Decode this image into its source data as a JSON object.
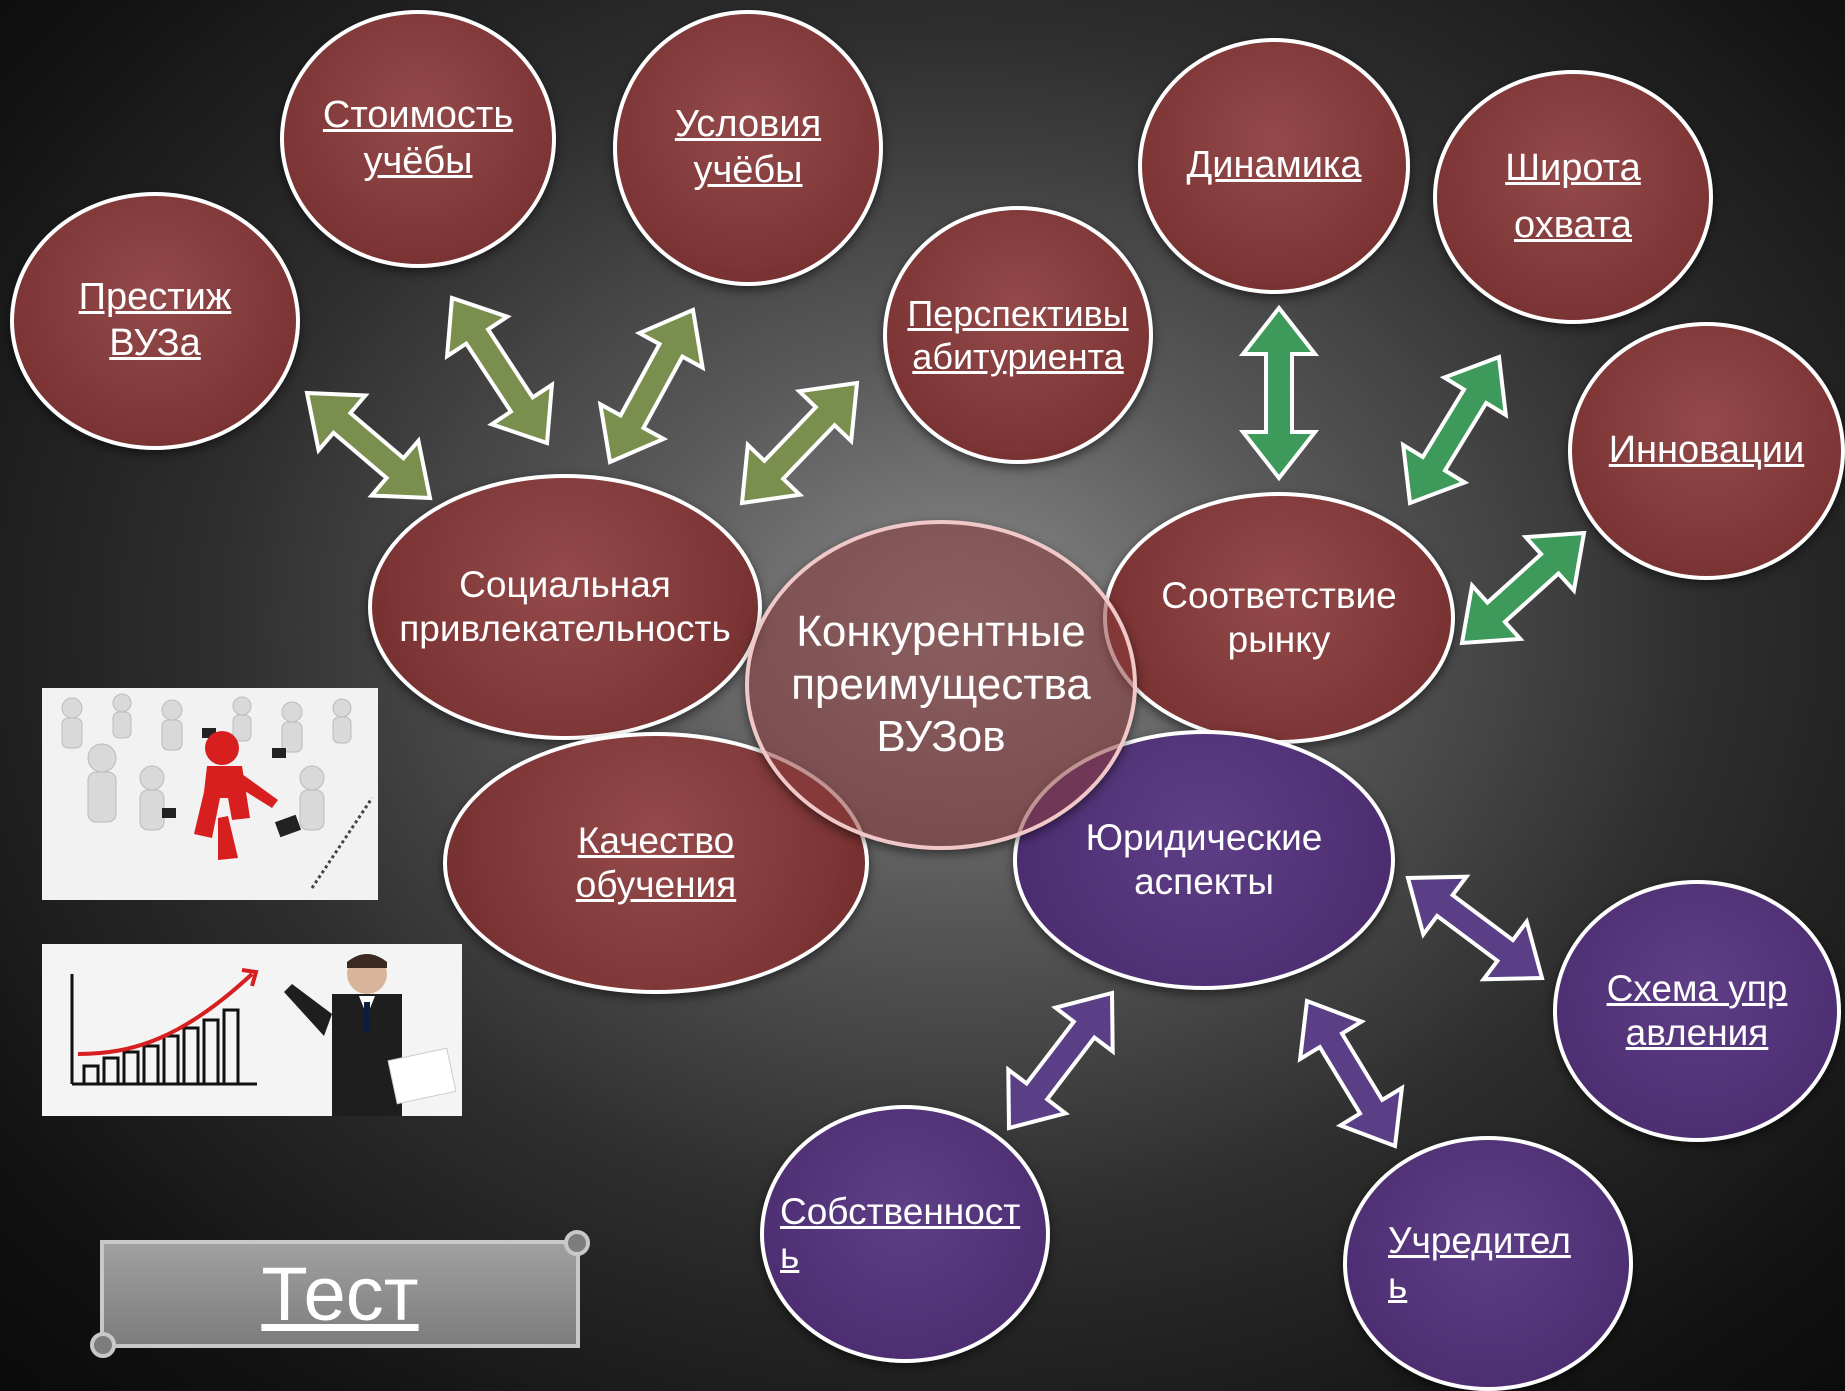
{
  "center": {
    "label": "Конкурентные преимущества ВУЗов"
  },
  "hubs": {
    "social": "Социальная привлекательность",
    "market": "Соответствие рынку",
    "legal": "Юридические аспекты",
    "quality": "Качество обучения"
  },
  "social_links": {
    "prestige": "Престиж ВУЗа",
    "cost": "Стоимость учёбы",
    "conditions": "Условия учёбы",
    "prospects": "Перспективы абитуриента"
  },
  "market_links": {
    "dynamics": "Динамика",
    "coverage": "Широта охвата",
    "innovations": "Инновации"
  },
  "legal_links": {
    "management": "Схема управления",
    "founder": "Учредитель",
    "property": "Собственность"
  },
  "test_button": {
    "label": "Тест"
  },
  "colors": {
    "social_nodes": "#7c3434",
    "legal_nodes": "#4e2f73",
    "social_arrows": "#7a8f4e",
    "market_arrows": "#3e9a5a",
    "legal_arrows": "#5a3f86"
  },
  "images": {
    "crowd": "running-businessmen-illustration",
    "chart": "businessman-growth-chart-photo"
  }
}
